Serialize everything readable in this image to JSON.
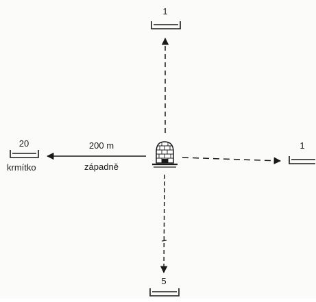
{
  "feeders": {
    "north": {
      "count": "1"
    },
    "east": {
      "count": "1"
    },
    "south": {
      "count": "5"
    },
    "west": {
      "count": "20",
      "name": "krmítko"
    }
  },
  "west_arrow": {
    "distance": "200 m",
    "direction": "západně"
  },
  "colors": {
    "ink": "#1a1a1a",
    "paper": "#fbfbf9"
  },
  "icons": {
    "hive": "beehive-icon",
    "feeder": "feeder-dish-icon"
  }
}
